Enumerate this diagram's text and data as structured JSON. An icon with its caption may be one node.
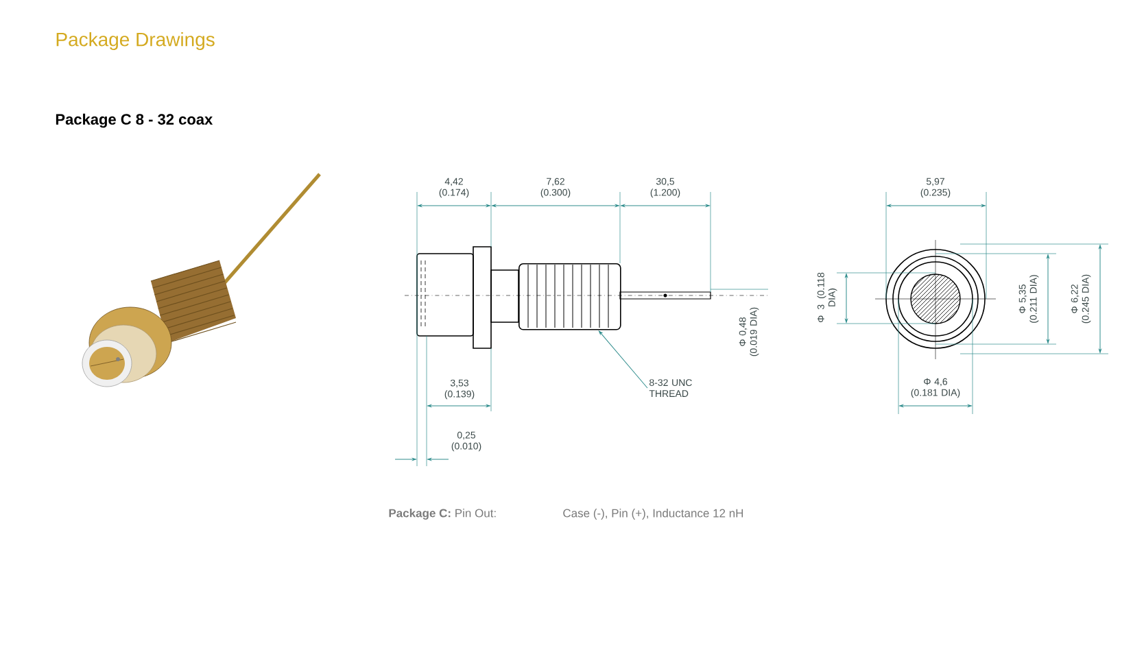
{
  "diagram": {
    "title": "Package Drawings",
    "nodes": [
      {
        "text": [
          "8-32 UNC THREAD"
        ]
      },
      {
        "text": [],
        "shape": "picture"
      }
    ],
    "edges": [
      {
        "from": 0,
        "to": 1,
        "arrow": "to"
      }
    ],
    "labels": [
      "Package C   8 - 32 coax",
      "4,42 (0.174)",
      "7,62 (0.300)",
      "30,5 (1.200)",
      "5,97 (0.235)",
      "Φ 3 (0.118 DIA)",
      "Φ 5,35 (0.211 DIA)",
      "Φ 6,22 (0.245 DIA)",
      "Φ 0,48 (0.019 DIA)",
      "3,53 (0.139)",
      "Φ 4,6 (0.181 DIA)",
      "0,25 (0.010)",
      "**Package C:** Pin Out:",
      "Case (-), Pin (+), Inductance 12 nH"
    ]
  }
}
